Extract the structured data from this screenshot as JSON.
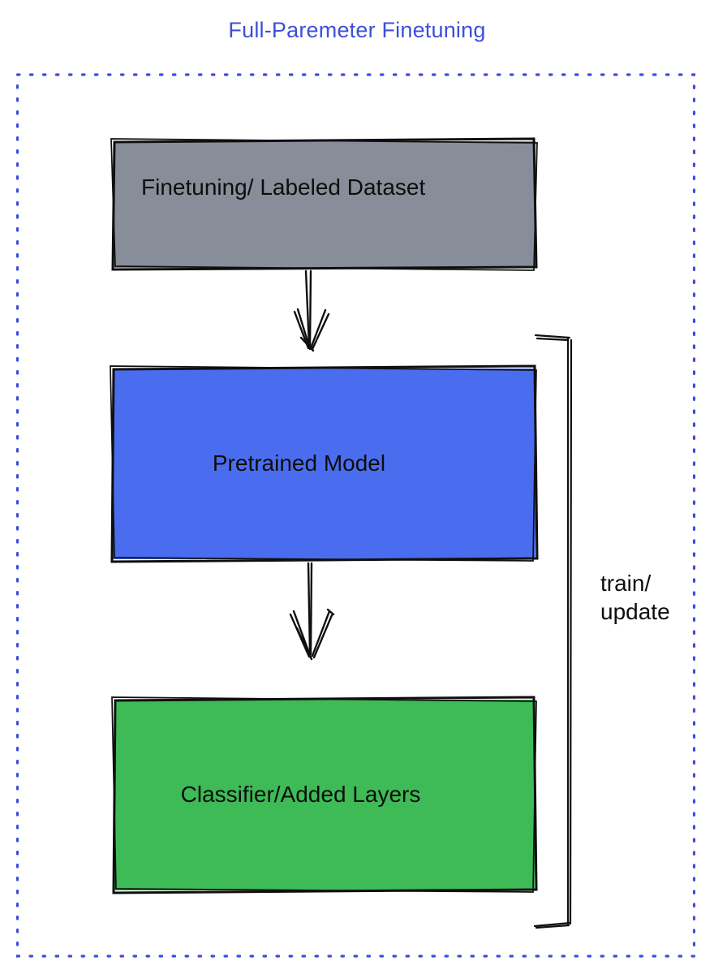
{
  "title": "Full-Paremeter Finetuning",
  "colors": {
    "title_text": "#3D4FD9",
    "frame_border": "#3D4FD9",
    "dataset_box_fill": "#878E99",
    "pretrained_box_fill": "#4A6DEF",
    "classifier_box_fill": "#3EBA57",
    "sketch_stroke": "#0F0F0F"
  },
  "diagram": {
    "dataset_box": {
      "label": "Finetuning/ Labeled Dataset"
    },
    "pretrained_box": {
      "label": "Pretrained Model"
    },
    "classifier_box": {
      "label": "Classifier/Added Layers"
    },
    "bracket": {
      "label_line1": "train/",
      "label_line2": "update"
    }
  }
}
